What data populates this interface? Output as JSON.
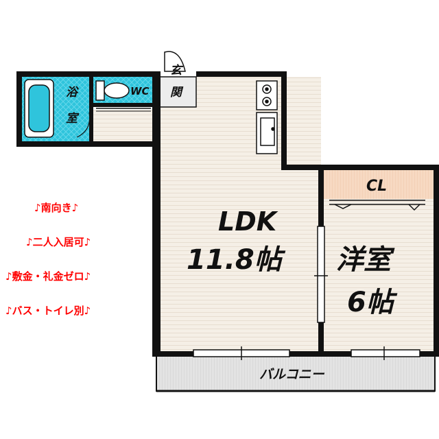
{
  "rooms": {
    "ldk_name": "LDK",
    "ldk_size": "11.8帖",
    "western_name": "洋室",
    "western_size": "6帖",
    "closet": "CL",
    "bath": "浴室",
    "wc": "WC",
    "entrance": "玄関",
    "balcony": "バルコニー"
  },
  "features": [
    "♪南向き♪",
    "♪二人入居可♪",
    "♪敷金・礼金ゼロ♪",
    "♪バス・トイレ別♪"
  ],
  "colors": {
    "wall": "#111111",
    "floor_wood": "#f5efe6",
    "wet_area": "#2fc4dc",
    "closet": "#f7d9c2",
    "balcony": "#e6e6e6",
    "feature_text": "#ff0000"
  }
}
